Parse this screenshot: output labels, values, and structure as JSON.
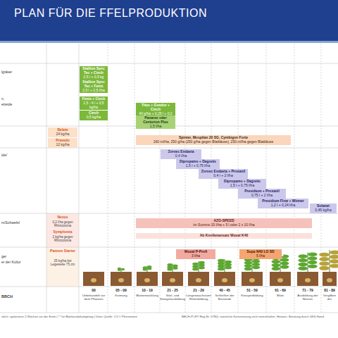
{
  "diagram": {
    "title": "PLAN FÜR DIE FFELPRODUKTION",
    "nodes": [
      {
        "text": [
          "Stallion Sync Tec + Cinch",
          "2,5 l + 0,5 kg"
        ]
      },
      {
        "text": [
          "Stallion Sync Tec + Fenix",
          "2,5 l + 2,5 l/ha"
        ]
      },
      {
        "text": [
          "Fenix + Cinch",
          "1,5 - 4 l + 0,5 kg/ha"
        ]
      },
      {
        "text": [
          "Cinch",
          "0,5 kg/ha"
        ]
      },
      {
        "text": [
          "Titus + Gondor + Cinch",
          "40 g/ha + 0,25 l + 0,2 kg/ha"
        ]
      },
      {
        "text": [
          "Panarex oder Centurion Plus",
          "1,5 l/ha"
        ]
      },
      {
        "text": [
          "Belem",
          "24 kg/ha"
        ]
      },
      {
        "text": [
          "Pravedo",
          "12 kg/ha"
        ]
      },
      {
        "text": [
          "Spinter, Mospilan 20 SG, Cymbigon Forte",
          "160 ml/ha, 250 g/ha (250 g/ha gegen Blattläuse), 250 ml/ha gegen Blattläuse"
        ]
      },
      {
        "text": [
          "Zorvec Endavia",
          "0,4 l/ha"
        ]
      },
      {
        "text": [
          "Dipropamo + Dagonis",
          "1,5 l + 0,75 l/ha"
        ]
      },
      {
        "text": [
          "Zorvec Endavia + Proxanil",
          "0,4 l + 2 l/ha"
        ]
      },
      {
        "text": [
          "Dipropamo + Dagonis",
          "1,5 l + 0,75 l/ha"
        ]
      },
      {
        "text": [
          "Presidium + Proxanil",
          "0,75 l + 2 l/ha"
        ]
      },
      {
        "text": [
          "Presidium Flow + Winner",
          "1,2 l + 0,24 l/ha"
        ]
      },
      {
        "text": [
          "Solanet",
          "0,45 kg/ha"
        ]
      },
      {
        "text": [
          "AZO-SPEED",
          "im Summe 20 l/ha + 5 l oder 2 x 10 l/ha"
        ]
      },
      {
        "text": [
          "Ab Knollenansatz Wuxal K40"
        ]
      },
      {
        "text": [
          "Wuxal P-Profi",
          "3 l/ha"
        ]
      },
      {
        "text": [
          "Supa N40 LO SD",
          "5 l/ha"
        ]
      }
    ],
    "labels": [
      "lgräser",
      "n,",
      "etreide",
      "ide/",
      "m/Schwefel",
      "ger",
      "er der Kultur",
      "BBCH",
      "Nexus",
      "0,2 l/ha gegen Rhizoctonia",
      "Symphonia",
      "2 kg/ha gegen Rhizoctonia",
      "Pannon Starter",
      "25 kg/ha bei Legeweite 75 cm",
      "00",
      "Unbehandelt vor dem Pflanzen",
      "05 - 09",
      "Keimung",
      "10 - 19",
      "Blattentwicklung",
      "21 - 25",
      "Stiel- und Stängelausbildung",
      "21 - 29",
      "Längenwachstum/ Weiterbildung",
      "40 - 45",
      "Schließen der Bestände",
      "51 - 59",
      "Knospenbildung",
      "61 - 69",
      "Blüte",
      "71 - 79",
      "Ausbildung der Beeren",
      "81 - 89",
      "Vergilben der",
      "tzlich: spätestens 2 Wochen vor der Ernte | ** für Blattlausbekämpfung | Unter Quelle: 2,5 l / Pheromone",
      "BBCH-Pl (FT Reg-Nr. 5790): natürliche Kornnennung nicht mitenthalten. Hinweis: Beratung durch GKS Hand"
    ]
  }
}
